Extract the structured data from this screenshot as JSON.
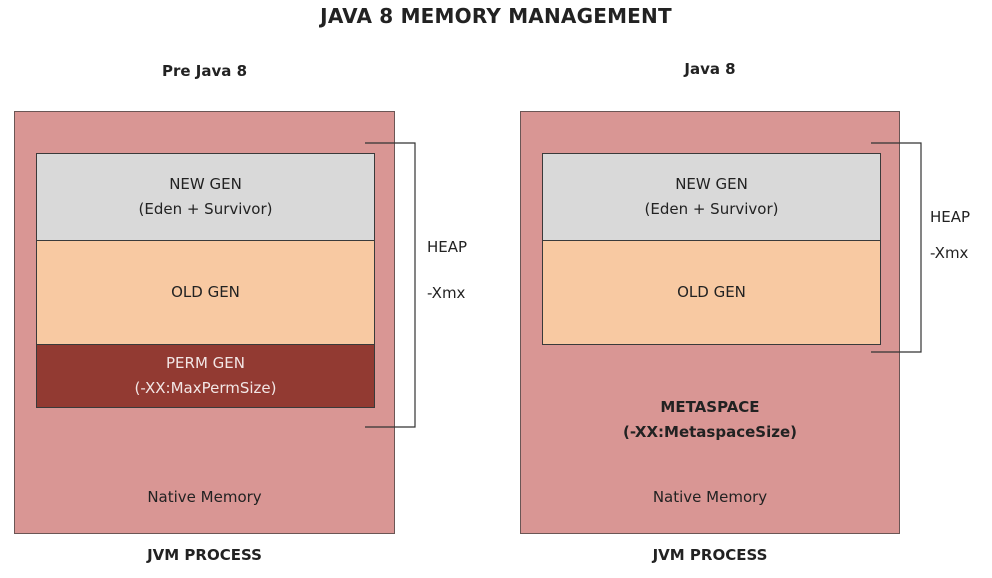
{
  "title": "JAVA 8 MEMORY MANAGEMENT",
  "left": {
    "label": "Pre Java 8",
    "new_gen": {
      "line1": "NEW GEN",
      "line2": "(Eden + Survivor)"
    },
    "old_gen": "OLD GEN",
    "perm_gen": {
      "line1": "PERM GEN",
      "line2": "(-XX:MaxPermSize)"
    },
    "heap_label": "HEAP",
    "heap_flag": "-Xmx",
    "native": "Native Memory",
    "footer": "JVM PROCESS"
  },
  "right": {
    "label": "Java 8",
    "new_gen": {
      "line1": "NEW GEN",
      "line2": "(Eden + Survivor)"
    },
    "old_gen": "OLD GEN",
    "heap_label": "HEAP",
    "heap_flag": "-Xmx",
    "metaspace": {
      "line1": "METASPACE",
      "line2": "(-XX:MetaspaceSize)"
    },
    "native": "Native Memory",
    "footer": "JVM PROCESS"
  },
  "colors": {
    "jvm_process": "#d99694",
    "new_gen": "#d9d9d9",
    "old_gen": "#f8c9a2",
    "perm_gen": "#923a32"
  }
}
